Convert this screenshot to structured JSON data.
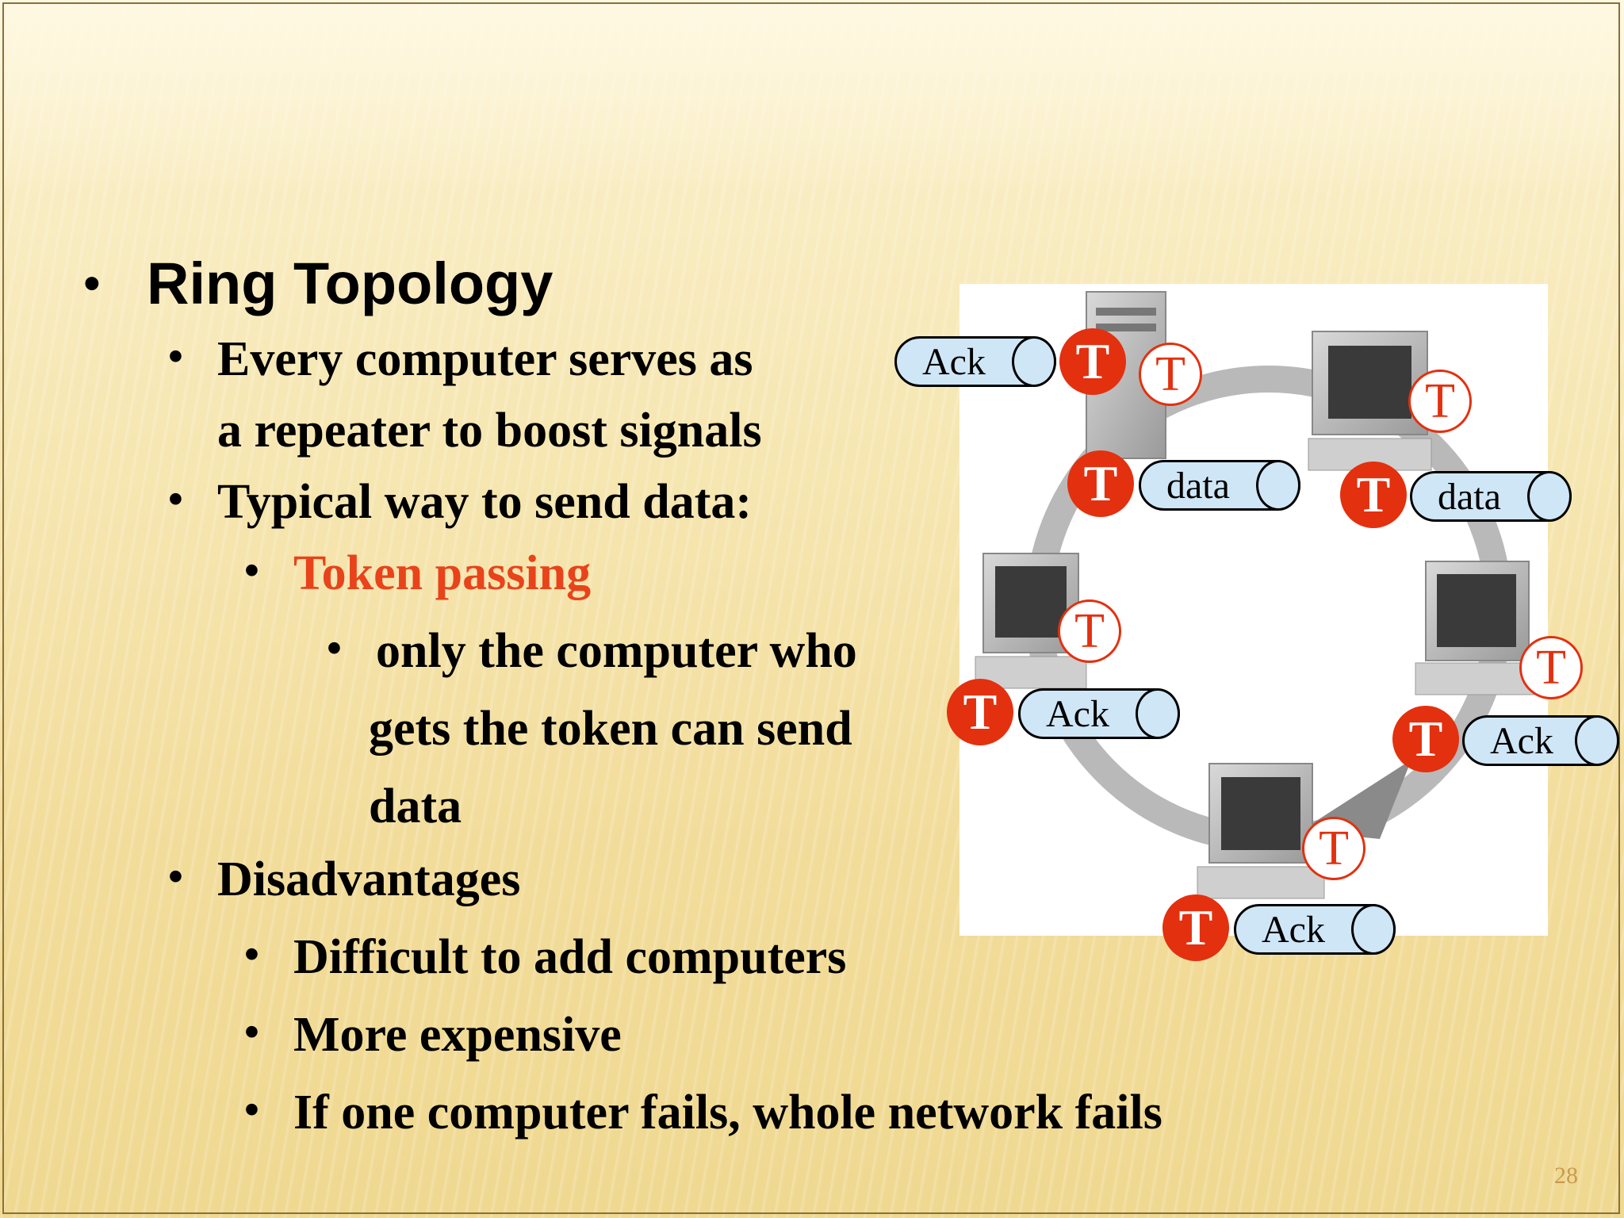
{
  "slide": {
    "title": "Ring Topology",
    "bullet": "•",
    "lines": [
      "Every computer serves as",
      "a repeater to boost signals",
      "Typical way to send data:",
      "Token passing",
      "only the computer who",
      "gets the token can send",
      "data",
      "Disadvantages",
      "Difficult to add computers",
      "More expensive",
      "If one computer fails, whole network fails"
    ],
    "page_number": "28"
  },
  "diagram": {
    "token_letter": "T",
    "labels": {
      "ack": "Ack",
      "data": "data"
    }
  },
  "colors": {
    "accent_red": "#e8431a",
    "tag_blue": "#cfe6f7"
  }
}
